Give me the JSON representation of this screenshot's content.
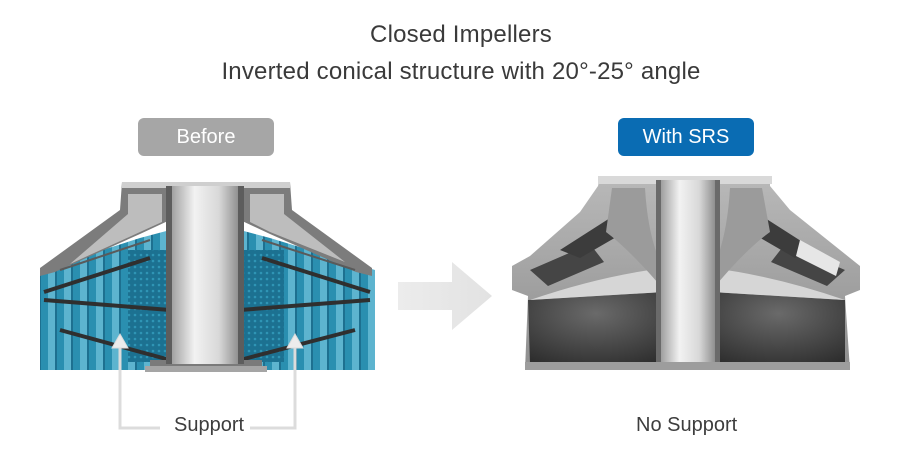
{
  "title": {
    "line1": "Closed Impellers",
    "line2": "Inverted conical structure with 20°-25° angle"
  },
  "before": {
    "badge": "Before",
    "caption": "Support",
    "badge_color": "#a6a6a6",
    "support_color": "#1f8fb3"
  },
  "after": {
    "badge": "With SRS",
    "caption": "No Support",
    "badge_color": "#0a6cb3"
  }
}
